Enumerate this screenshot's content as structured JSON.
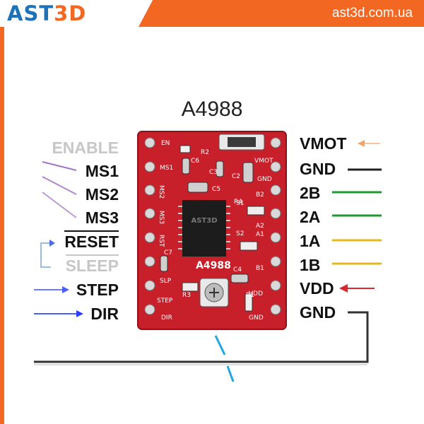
{
  "header": {
    "logo_ast": "AST",
    "logo_3d": "3D",
    "site": "ast3d.com.ua"
  },
  "title": "A4988",
  "board": {
    "chip_label": "AST3D",
    "chip_sub": "A4988",
    "silk_left": [
      "EN",
      "MS1",
      "MS2",
      "MS3",
      "RST",
      "SLP",
      "STEP",
      "DIR"
    ],
    "silk_right": [
      "VMOT",
      "GND",
      "B2",
      "A2",
      "A1",
      "B1",
      "VDD",
      "GND"
    ],
    "silk_parts": [
      "R2",
      "C6",
      "C3",
      "C2",
      "C5",
      "R4",
      "R1",
      "C4",
      "R3",
      "C7",
      "S2",
      "S1"
    ],
    "colors": {
      "pcb": "#c8202b",
      "pad": "#d9d9d9",
      "chip": "#1c1c1c"
    }
  },
  "left_pins": [
    {
      "label": "ENABLE",
      "dim": true
    },
    {
      "label": "MS1"
    },
    {
      "label": "MS2"
    },
    {
      "label": "MS3"
    },
    {
      "label": "RESET",
      "overline": true
    },
    {
      "label": "SLEEP",
      "overline": true,
      "dim": true
    },
    {
      "label": "STEP"
    },
    {
      "label": "DIR"
    }
  ],
  "right_pins": [
    {
      "label": "VMOT",
      "color": "#f3a46a"
    },
    {
      "label": "GND",
      "color": "#222222"
    },
    {
      "label": "2B",
      "color": "#1f9a2f"
    },
    {
      "label": "2A",
      "color": "#1f9a2f"
    },
    {
      "label": "1A",
      "color": "#e6b81e"
    },
    {
      "label": "1B",
      "color": "#e6b81e"
    },
    {
      "label": "VDD",
      "color": "#d9282d"
    },
    {
      "label": "GND",
      "color": "#333333"
    }
  ],
  "wire_colors": {
    "ms": "#8b54b8",
    "step": "#4a5dff",
    "dir": "#2a3cff",
    "loop": "#9bbde3",
    "cyan": "#22a7dc",
    "ground": "#333333"
  }
}
